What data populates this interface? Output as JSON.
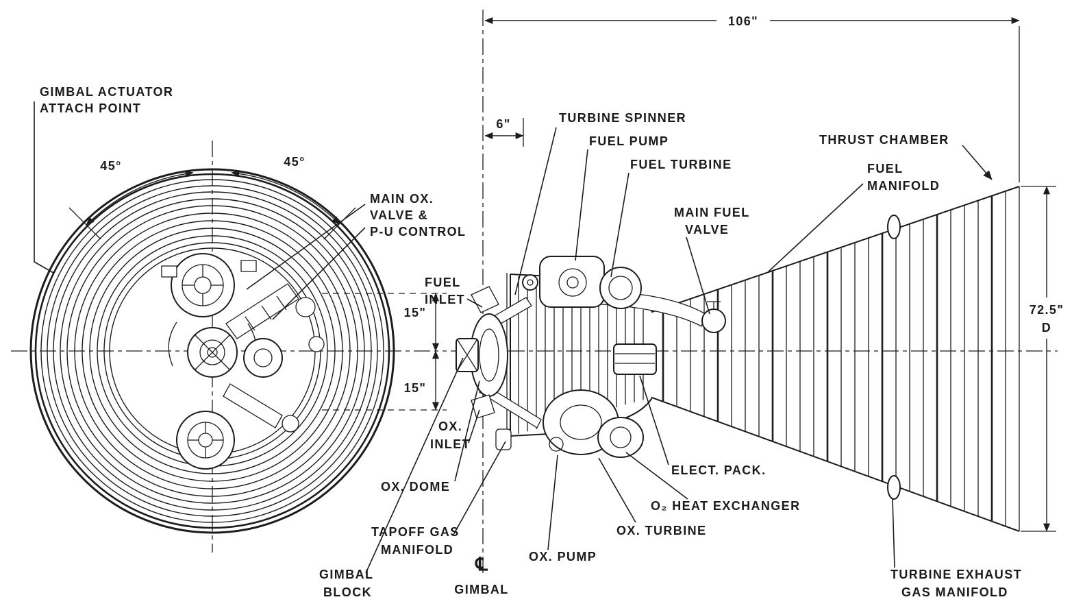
{
  "end_view": {
    "angle_left": "45°",
    "angle_right": "45°",
    "gimbal_actuator_line1": "GIMBAL ACTUATOR",
    "gimbal_actuator_line2": "ATTACH POINT",
    "main_ox_line1": "MAIN OX.",
    "main_ox_line2": "VALVE &",
    "main_ox_line3": "P-U CONTROL"
  },
  "dimensions": {
    "overall_length": "106\"",
    "gimbal_offset": "6\"",
    "upper_radius": "15\"",
    "lower_radius": "15\"",
    "exit_diameter": "72.5\"",
    "exit_diameter_letter": "D"
  },
  "side_view": {
    "turbine_spinner": "TURBINE SPINNER",
    "fuel_pump": "FUEL PUMP",
    "fuel_turbine": "FUEL TURBINE",
    "main_fuel_valve_line1": "MAIN FUEL",
    "main_fuel_valve_line2": "VALVE",
    "thrust_chamber": "THRUST CHAMBER",
    "fuel_manifold_line1": "FUEL",
    "fuel_manifold_line2": "MANIFOLD",
    "fuel_inlet_line1": "FUEL",
    "fuel_inlet_line2": "INLET",
    "ox_inlet_line1": "OX.",
    "ox_inlet_line2": "INLET",
    "ox_dome": "OX. DOME",
    "tapoff_line1": "TAPOFF GAS",
    "tapoff_line2": "MANIFOLD",
    "gimbal_block_line1": "GIMBAL",
    "gimbal_block_line2": "BLOCK",
    "gimbal_centerline_symbol": "℄",
    "gimbal": "GIMBAL",
    "ox_pump": "OX. PUMP",
    "ox_turbine": "OX. TURBINE",
    "elect_pack": "ELECT. PACK.",
    "o2_heat_exchanger": "O₂ HEAT EXCHANGER",
    "turbine_exhaust_line1": "TURBINE EXHAUST",
    "turbine_exhaust_line2": "GAS MANIFOLD"
  }
}
